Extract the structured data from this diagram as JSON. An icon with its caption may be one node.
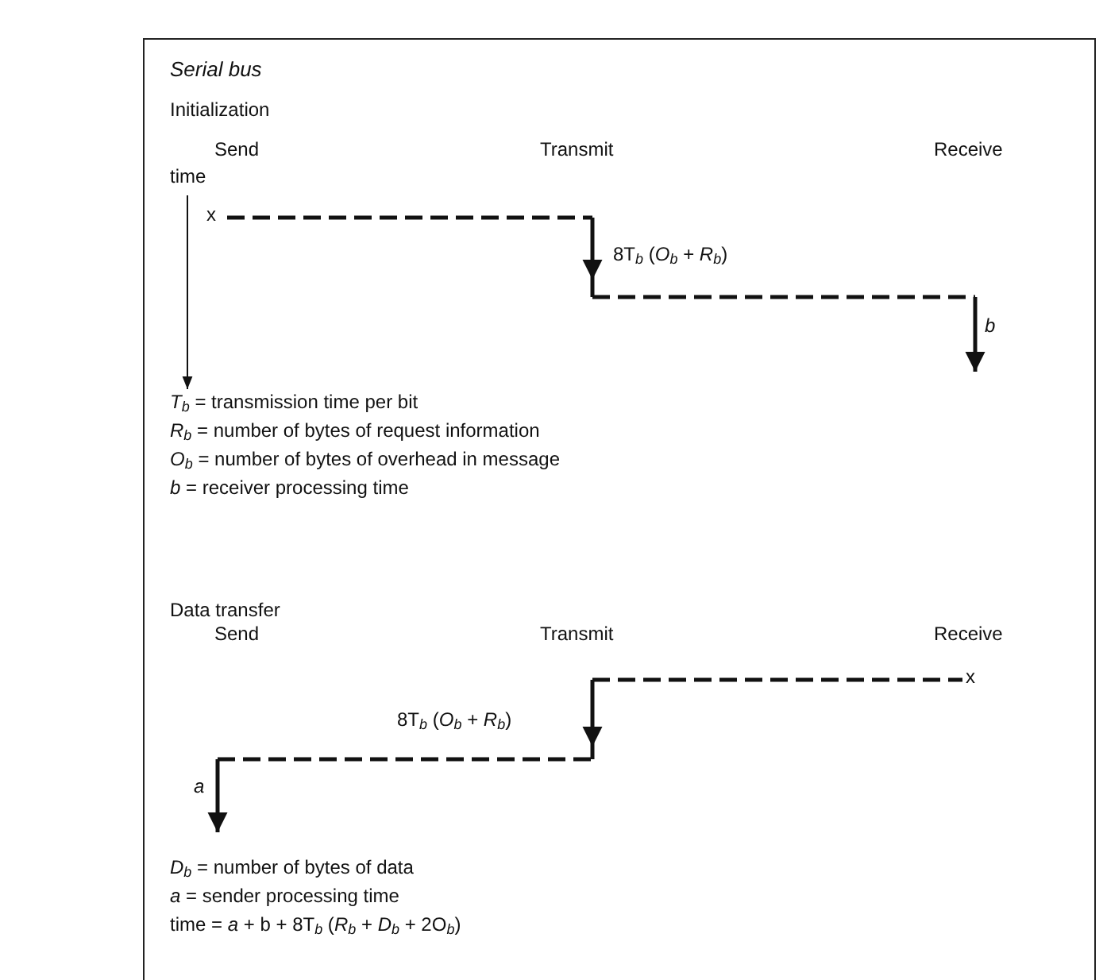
{
  "diagram": {
    "title": "Serial bus",
    "labels": [
      "Initialization",
      "Send",
      "Transmit",
      "Receive",
      "time",
      "x",
      "8T$_{b}$ (*O*$_{b}$ + *R*$_{b}$)",
      "*b*",
      "*T*$_{b}$ = transmission time per bit",
      "*R*$_{b}$ = number of bytes of request information",
      "*O*$_{b}$ = number of bytes of overhead in message",
      "*b* = receiver processing time",
      "Data transfer",
      "Send",
      "Transmit",
      "Receive",
      "x",
      "8T$_{b}$ (*O*$_{b}$ + *R*$_{b}$)",
      "*a*",
      "*D*$_{b}$ = number of bytes of data",
      "*a* = sender processing time",
      "time = *a* + b + 8T$_{b}$ (*R*$_{b}$ + *D*$_{b}$ + 2O$_{b}$)"
    ]
  }
}
